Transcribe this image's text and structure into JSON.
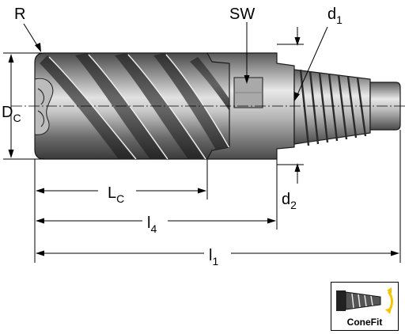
{
  "labels": {
    "r": "R",
    "sw": "SW",
    "d1_main": "d",
    "d1_sub": "1",
    "dc_main": "D",
    "dc_sub": "C",
    "lc_main": "L",
    "lc_sub": "C",
    "l4_main": "l",
    "l4_sub": "4",
    "d2_main": "d",
    "d2_sub": "2",
    "l1_main": "l",
    "l1_sub": "1"
  },
  "badge": {
    "label": "ConeFit"
  },
  "colors": {
    "body_dark": "#3a3a3a",
    "body_mid": "#8c8c8c",
    "body_light": "#d6d6d6",
    "accent_yellow": "#f2c500"
  }
}
